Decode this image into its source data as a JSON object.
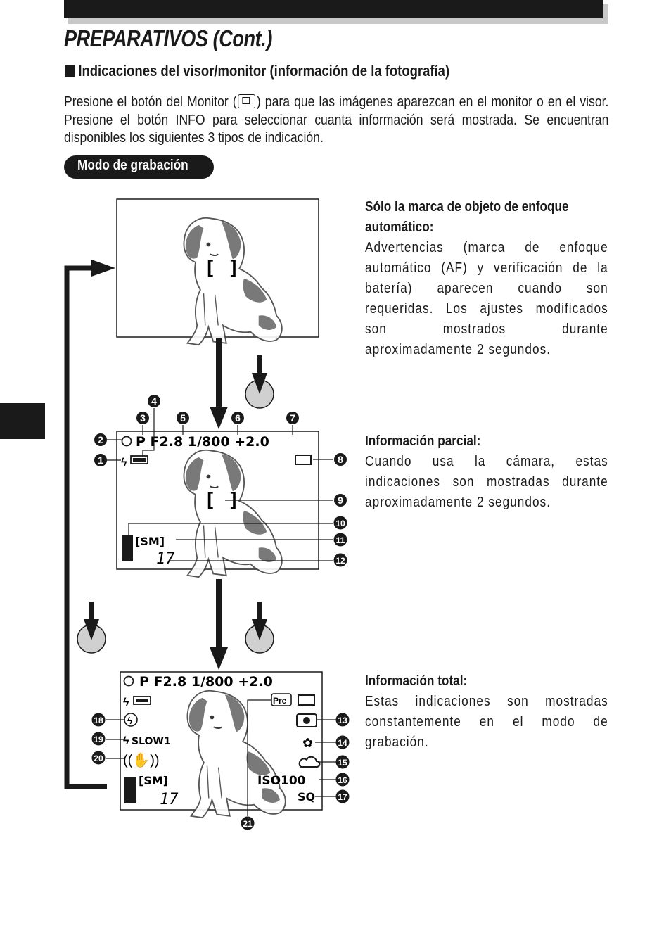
{
  "page": {
    "title": "PREPARATIVOS (Cont.)",
    "section_heading": "Indicaciones del visor/monitor (información de la fotografía)",
    "intro_part1": "Presione el botón del Monitor (",
    "intro_part2": ") para que las imágenes aparezcan en el monitor o en el visor. Presione el botón INFO para seleccionar cuanta información será mostrada. Se encuentran disponibles los siguientes 3 tipos de indicación.",
    "mode_label": "Modo de grabación"
  },
  "descriptions": [
    {
      "title": "Sólo la marca de objeto de enfoque automático:",
      "body": "Advertencias (marca de enfoque automático (AF) y verificación de la batería) aparecen cuando son requeridas. Los ajustes modificados son mostrados durante aproximadamente 2 segundos."
    },
    {
      "title": "Información parcial:",
      "body": "Cuando usa la cámara, estas indicaciones son mostradas durante aproximadamente 2 segundos."
    },
    {
      "title": "Información total:",
      "body": "Estas indicaciones son mostradas constantemente en el modo de grabación."
    }
  ],
  "screens": {
    "af_bracket": "[ ]",
    "exposure_line": "P F2.8  1/800 +2.0",
    "exposure_line_full": "P F2.8  1/800 +2.0",
    "record_mode": "[SM]",
    "frames_left": "17",
    "slow": "SLOW1",
    "iso": "ISO100",
    "quality": "SQ",
    "pre": "Pre"
  },
  "callouts": [
    "1",
    "2",
    "3",
    "4",
    "5",
    "6",
    "7",
    "8",
    "9",
    "10",
    "11",
    "12",
    "13",
    "14",
    "15",
    "16",
    "17",
    "18",
    "19",
    "20",
    "21"
  ]
}
